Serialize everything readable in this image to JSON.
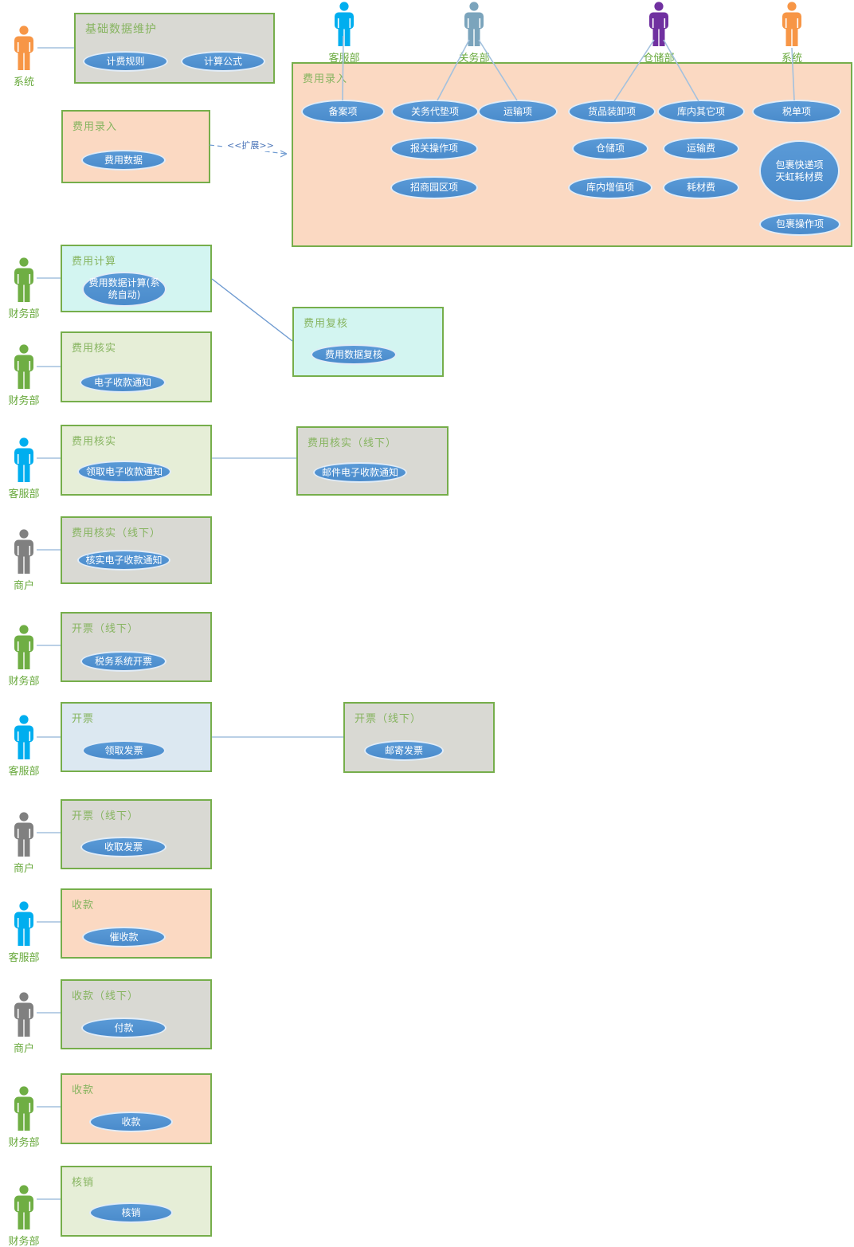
{
  "palette": {
    "actor_caiwubu": "#6fae44",
    "actor_kefubu": "#00aeef",
    "actor_shanghu": "#808080",
    "actor_xitong": "#f79646",
    "actor_guanwubu": "#7ba4bc",
    "actor_cangchubu": "#7030a0",
    "box_border_green": "#76ae4b",
    "box_title_green": "#86b45f",
    "box_peach": "#fbd9c2",
    "box_gray": "#d9d9d3",
    "box_cyan": "#d3f5f1",
    "box_light_green": "#e6eed7",
    "box_light_blue": "#dce8f1",
    "usecase_blue": "#4f91d2",
    "connector_blue": "#a3c1de"
  },
  "extend": {
    "label": "<<扩展>>"
  },
  "actors": {
    "system_left": "系统",
    "kefu_top": "客服部",
    "guanwu_top": "关务部",
    "cangchu_top": "仓储部",
    "system_top": "系统"
  },
  "base_box": {
    "title": "基础数据维护",
    "uc_rule": "计费规则",
    "uc_formula": "计算公式"
  },
  "entry_small": {
    "title": "费用录入",
    "uc_data": "费用数据"
  },
  "entry_big": {
    "title": "费用录入",
    "uc": {
      "beian": "备案项",
      "guanwu_daidian": "关务代垫项",
      "yunshu": "运输项",
      "huopin": "货品装卸项",
      "kunei_qita": "库内其它项",
      "shuidan": "税单项",
      "baoguan": "报关操作项",
      "cangchu": "仓储项",
      "yunshu_fei": "运输费",
      "zhaoshang": "招商园区项",
      "kunei_zengzhi": "库内增值项",
      "haocai": "耗材费",
      "baoguo_kuaidi_line1": "包裹快递项",
      "baoguo_kuaidi_line2": "天虹耗材费",
      "baoguo_caozuo": "包裹操作项"
    }
  },
  "review_box": {
    "title": "费用复核",
    "uc": "费用数据复核"
  },
  "hexian_offline_box": {
    "title": "费用核实（线下）",
    "uc": "邮件电子收款通知"
  },
  "kaipiao_offline_box": {
    "title": "开票（线下）",
    "uc": "邮寄发票"
  },
  "rows": [
    {
      "title": "费用计算",
      "uc": "费用数据计算(系统自动)",
      "actor": "财务部"
    },
    {
      "title": "费用核实",
      "uc": "电子收款通知",
      "actor": "财务部"
    },
    {
      "title": "费用核实",
      "uc": "领取电子收款通知",
      "actor": "客服部"
    },
    {
      "title": "费用核实（线下）",
      "uc": "核实电子收款通知",
      "actor": "商户"
    },
    {
      "title": "开票（线下）",
      "uc": "税务系统开票",
      "actor": "财务部"
    },
    {
      "title": "开票",
      "uc": "领取发票",
      "actor": "客服部"
    },
    {
      "title": "开票（线下）",
      "uc": "收取发票",
      "actor": "商户"
    },
    {
      "title": "收款",
      "uc": "催收款",
      "actor": "客服部"
    },
    {
      "title": "收款（线下）",
      "uc": "付款",
      "actor": "商户"
    },
    {
      "title": "收款",
      "uc": "收款",
      "actor": "财务部"
    },
    {
      "title": "核销",
      "uc": "核销",
      "actor": "财务部"
    }
  ]
}
